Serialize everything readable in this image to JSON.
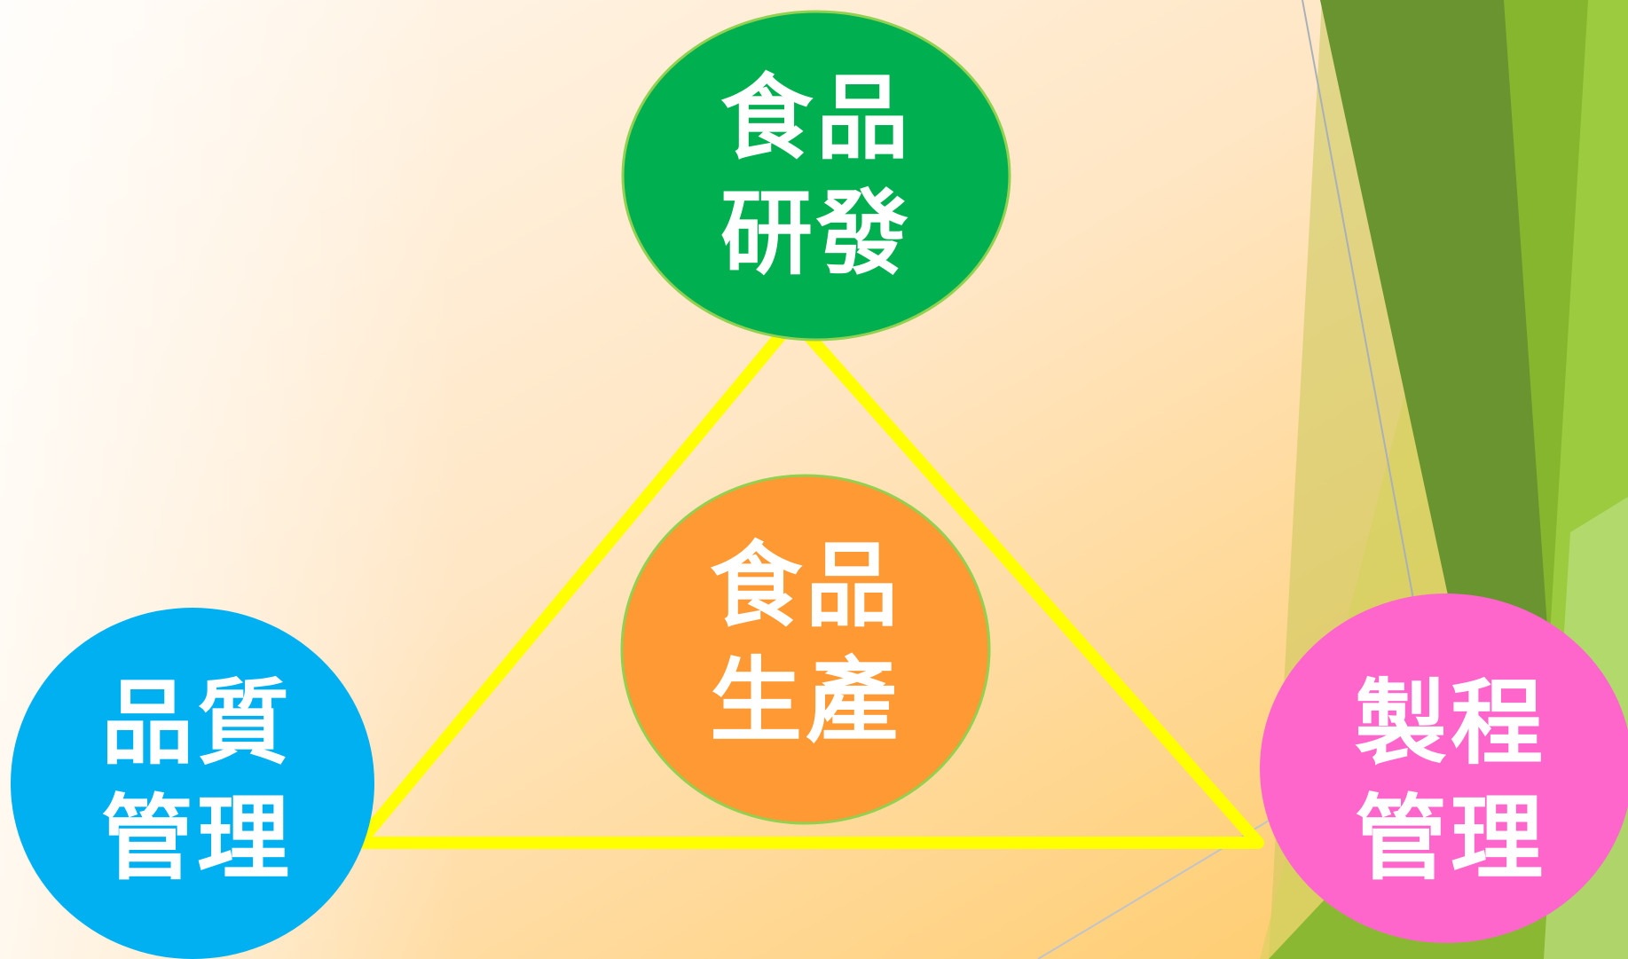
{
  "diagram": {
    "nodes": [
      {
        "id": "food-rd",
        "lines": [
          "食品",
          "研發"
        ],
        "color": "#00b050"
      },
      {
        "id": "food-production",
        "lines": [
          "食品",
          "生產"
        ],
        "color": "#ff9933"
      },
      {
        "id": "quality-management",
        "lines": [
          "品質",
          "管理"
        ],
        "color": "#00b0f0"
      },
      {
        "id": "process-management",
        "lines": [
          "製程",
          "管理"
        ],
        "color": "#ff66cc"
      }
    ],
    "triangle_color": "#ffff00",
    "node_outline_color": "#92d050"
  },
  "colors": {
    "background_light": "#fff6ec",
    "background_warm": "#ffd080",
    "accent_green_dark": "#5f8f2a",
    "accent_green_mid": "#7fb32e",
    "accent_green_light": "#a6d24c",
    "accent_olive": "#c8c85a"
  }
}
